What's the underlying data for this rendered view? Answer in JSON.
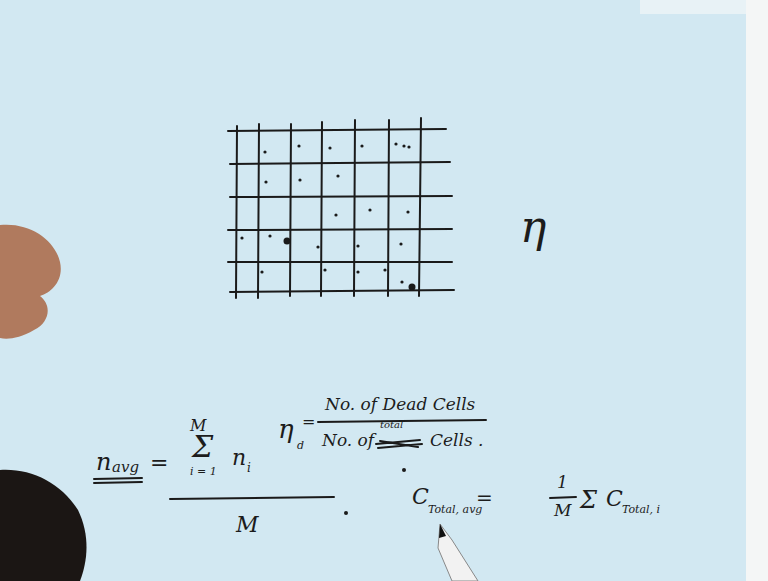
{
  "diagram": {
    "labels": [
      "η",
      "M",
      "Σ",
      "i = 1",
      "n",
      "i",
      "n",
      "avg",
      "=",
      "M",
      "η",
      "d",
      "=",
      "No. of Dead Cells",
      "No. of",
      "total",
      "Cells .",
      "C",
      "Total, avg",
      "=",
      "1",
      "M",
      "Σ",
      "C",
      "Total, i"
    ]
  }
}
